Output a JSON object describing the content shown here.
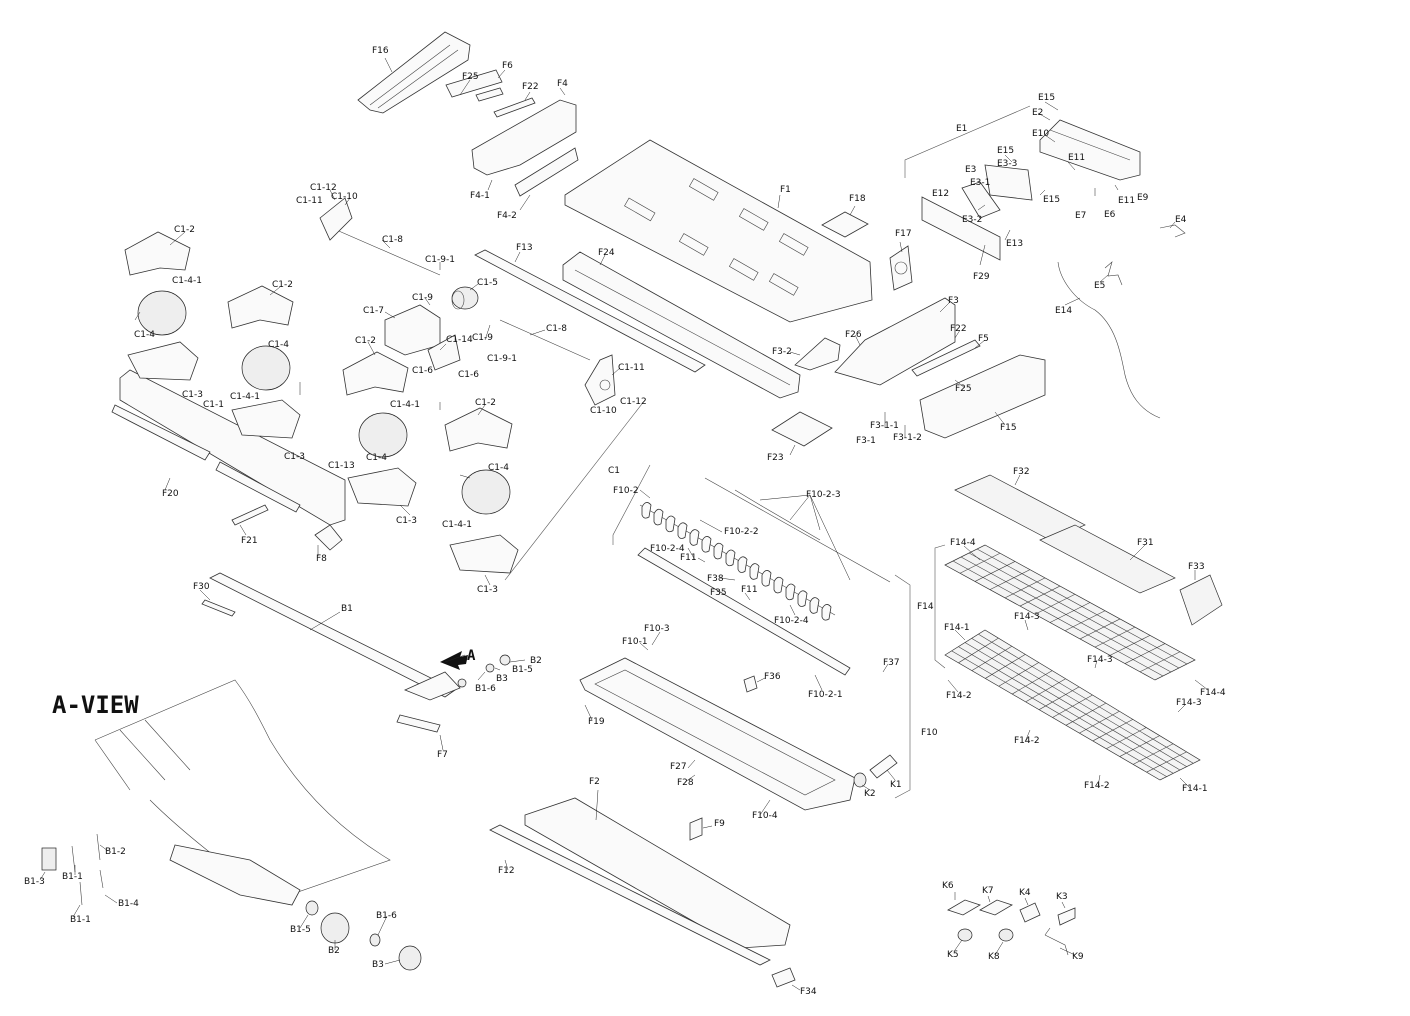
{
  "view_title": "A-VIEW",
  "arrow_label": "A",
  "labels": {
    "F16": "F16",
    "F25a": "F25",
    "F6": "F6",
    "F22a": "F22",
    "F4": "F4",
    "F4_1": "F4-1",
    "F4_2": "F4-2",
    "F1": "F1",
    "F18": "F18",
    "F17": "F17",
    "F29": "F29",
    "E1": "E1",
    "E15a": "E15",
    "E2": "E2",
    "E10": "E10",
    "E15b": "E15",
    "E3_3": "E3-3",
    "E3": "E3",
    "E3_1": "E3-1",
    "E11a": "E11",
    "E9": "E9",
    "E11b": "E11",
    "E6": "E6",
    "E7": "E7",
    "E15c": "E15",
    "E12": "E12",
    "E3_2": "E3-2",
    "E13": "E13",
    "E4": "E4",
    "E5": "E5",
    "E14": "E14",
    "C1_12": "C1-12",
    "C1_11a": "C1-11",
    "C1_10a": "C1-10",
    "C1_8a": "C1-8",
    "C1_9_1a": "C1-9-1",
    "C1_9a": "C1-9",
    "C1_5": "C1-5",
    "C1_7": "C1-7",
    "C1_14": "C1-14",
    "C1_6a": "C1-6",
    "C1_6b": "C1-6",
    "C1_9b": "C1-9",
    "C1_9_1b": "C1-9-1",
    "C1_8b": "C1-8",
    "C1_11b": "C1-11",
    "C1_12b": "C1-12",
    "C1_10b": "C1-10",
    "F13": "F13",
    "F24": "F24",
    "F3": "F3",
    "F22b": "F22",
    "F5": "F5",
    "F26": "F26",
    "F3_2": "F3-2",
    "F25b": "F25",
    "F15": "F15",
    "F3_1_1": "F3-1-1",
    "F3_1": "F3-1",
    "F3_1_2": "F3-1-2",
    "F23": "F23",
    "C1_2a": "C1-2",
    "C1_4_1a": "C1-4-1",
    "C1_4a": "C1-4",
    "C1_3a": "C1-3",
    "C1_1": "C1-1",
    "C1_2b": "C1-2",
    "C1_4b": "C1-4",
    "C1_4_1b": "C1-4-1",
    "C1_3b": "C1-3",
    "C1_2c": "C1-2",
    "C1_4_1c": "C1-4-1",
    "C1_4c": "C1-4",
    "C1_13": "C1-13",
    "C1_3c": "C1-3",
    "C1_2d": "C1-2",
    "C1_4d": "C1-4",
    "C1_4_1d": "C1-4-1",
    "C1_3d": "C1-3",
    "C1": "C1",
    "F20": "F20",
    "F21": "F21",
    "F8": "F8",
    "F10_2": "F10-2",
    "F10_2_3": "F10-2-3",
    "F10_2_2": "F10-2-2",
    "F10_2_4a": "F10-2-4",
    "F11": "F11",
    "F38": "F38",
    "F35": "F35",
    "F11b": "F11",
    "F10_2_4b": "F10-2-4",
    "F10_3": "F10-3",
    "F10_1": "F10-1",
    "F37": "F37",
    "F36": "F36",
    "F10_2_1": "F10-2-1",
    "F19": "F19",
    "F10": "F10",
    "F27": "F27",
    "F28": "F28",
    "K2": "K2",
    "K1": "K1",
    "F10_4": "F10-4",
    "F2": "F2",
    "F9": "F9",
    "F12": "F12",
    "F34": "F34",
    "F32": "F32",
    "F31": "F31",
    "F33": "F33",
    "F14_4a": "F14-4",
    "F14": "F14",
    "F14_1a": "F14-1",
    "F14_3a": "F14-3",
    "F14_3b": "F14-3",
    "F14_2a": "F14-2",
    "F14_3c": "F14-3",
    "F14_4b": "F14-4",
    "F14_2b": "F14-2",
    "F14_2c": "F14-2",
    "F14_1b": "F14-1",
    "F30": "F30",
    "B1": "B1",
    "B2a": "B2",
    "B1_5a": "B1-5",
    "B3a": "B3",
    "B1_6a": "B1-6",
    "F7": "F7",
    "B1_3": "B1-3",
    "B1_1a": "B1-1",
    "B1_2": "B1-2",
    "B1_1b": "B1-1",
    "B1_4": "B1-4",
    "B1_5b": "B1-5",
    "B2b": "B2",
    "B1_6b": "B1-6",
    "B3b": "B3",
    "K6": "K6",
    "K7": "K7",
    "K4": "K4",
    "K3": "K3",
    "K5": "K5",
    "K8": "K8",
    "K9": "K9"
  }
}
